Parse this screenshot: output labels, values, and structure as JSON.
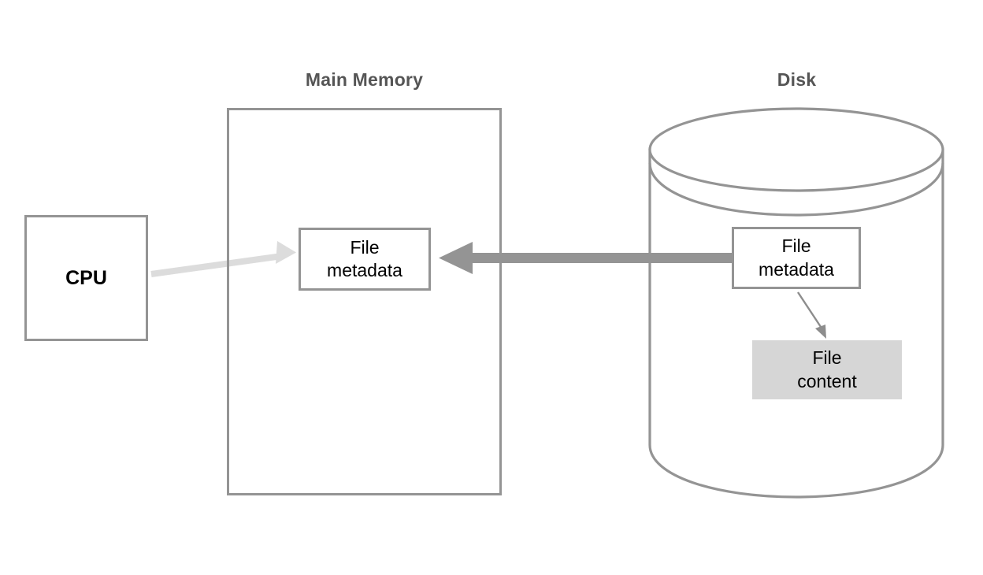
{
  "diagram": {
    "title_hidden": "",
    "sections": [
      {
        "id": "main-memory",
        "label": "Main Memory"
      },
      {
        "id": "disk",
        "label": "Disk"
      }
    ],
    "nodes": {
      "cpu": {
        "label": "CPU"
      },
      "memory_file_metadata": {
        "line1": "File",
        "line2": "metadata"
      },
      "disk_file_metadata": {
        "line1": "File",
        "line2": "metadata"
      },
      "disk_file_content": {
        "line1": "File",
        "line2": "content"
      }
    },
    "edges": [
      {
        "id": "cpu-to-memory-metadata",
        "from": "cpu",
        "to": "memory_file_metadata",
        "style": "thin-arrow",
        "color": "#dcdcdc",
        "label": ""
      },
      {
        "id": "disk-metadata-to-memory-metadata",
        "from": "disk_file_metadata",
        "to": "memory_file_metadata",
        "style": "thick-arrow",
        "color": "#949494",
        "label": ""
      },
      {
        "id": "disk-metadata-to-disk-content",
        "from": "disk_file_metadata",
        "to": "disk_file_content",
        "style": "thin-arrow",
        "color": "#949494",
        "label": ""
      }
    ],
    "colors": {
      "stroke": "#949494",
      "title_text": "#555555",
      "node_text": "#000000",
      "content_fill": "#d6d6d6",
      "faint_arrow": "#dcdcdc",
      "background": "#ffffff"
    }
  }
}
